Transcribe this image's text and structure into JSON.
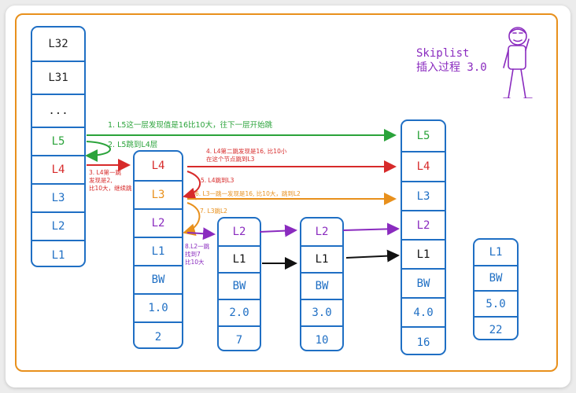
{
  "title": [
    "Skiplist",
    "插入过程 3.0"
  ],
  "colors": {
    "frame": "#e8901c",
    "node": "#1f6fc4",
    "green": "#2aa33a",
    "red": "#d72a2a",
    "orange": "#e8901c",
    "purple": "#8a2bbf",
    "black": "#111111"
  },
  "columns": [
    {
      "id": "header",
      "cells": [
        "L32",
        "L31",
        "...",
        "L5",
        "L4",
        "L3",
        "L2",
        "L1"
      ]
    },
    {
      "id": "node-1",
      "cells": [
        "L4",
        "L3",
        "L2",
        "L1",
        "BW",
        "1.0",
        "2"
      ]
    },
    {
      "id": "node-7",
      "cells": [
        "L2",
        "L1",
        "BW",
        "2.0",
        "7"
      ]
    },
    {
      "id": "node-10",
      "cells": [
        "L2",
        "L1",
        "BW",
        "3.0",
        "10"
      ]
    },
    {
      "id": "node-16",
      "cells": [
        "L5",
        "L4",
        "L3",
        "L2",
        "L1",
        "BW",
        "4.0",
        "16"
      ]
    },
    {
      "id": "node-22",
      "cells": [
        "L1",
        "BW",
        "5.0",
        "22"
      ]
    }
  ],
  "annotations": {
    "a1": "1. L5这一层发现值是16比10大，往下一层开始跳",
    "a2": "2. L5跳到L4层",
    "a3": [
      "3. L4第一跳",
      "发现是2,",
      "比10大，继续跳"
    ],
    "a4": [
      "4. L4第二跳发现是16, 比10小",
      "在这个节点跳到L3"
    ],
    "a5": "5. L4跳到L3",
    "a6": "6. L3一跳一发现是16, 比10大，跳到L2",
    "a7": "7. L3跳L2",
    "a8": [
      "8.L2一跳",
      "找到7",
      "比10大"
    ]
  }
}
